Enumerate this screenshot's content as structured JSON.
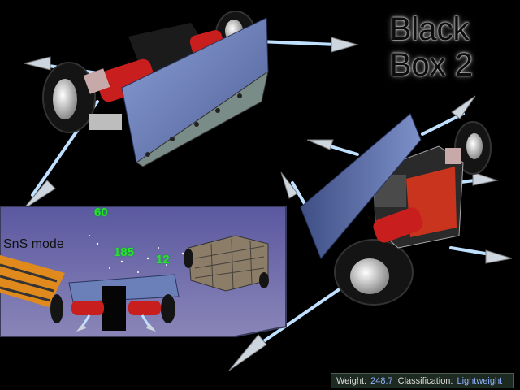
{
  "title": {
    "line1": "Black",
    "line2": "Box 2"
  },
  "inset": {
    "mode_label": "SnS mode",
    "speed_readouts": [
      "60",
      "185",
      "12"
    ]
  },
  "status_bar": {
    "weight_label": "Weight:",
    "weight_value": "248.7",
    "classification_label": "Classification:",
    "classification_value": "Lightweight"
  },
  "colors": {
    "plow_blue": "#6b7fb8",
    "wheel_black": "#151515",
    "motor_red": "#c81e1e",
    "spike_silver": "#c9d3dd",
    "inset_bg": "#6f6ba8",
    "readout_green": "#26e626",
    "status_value_blue": "#8fb2ff"
  }
}
